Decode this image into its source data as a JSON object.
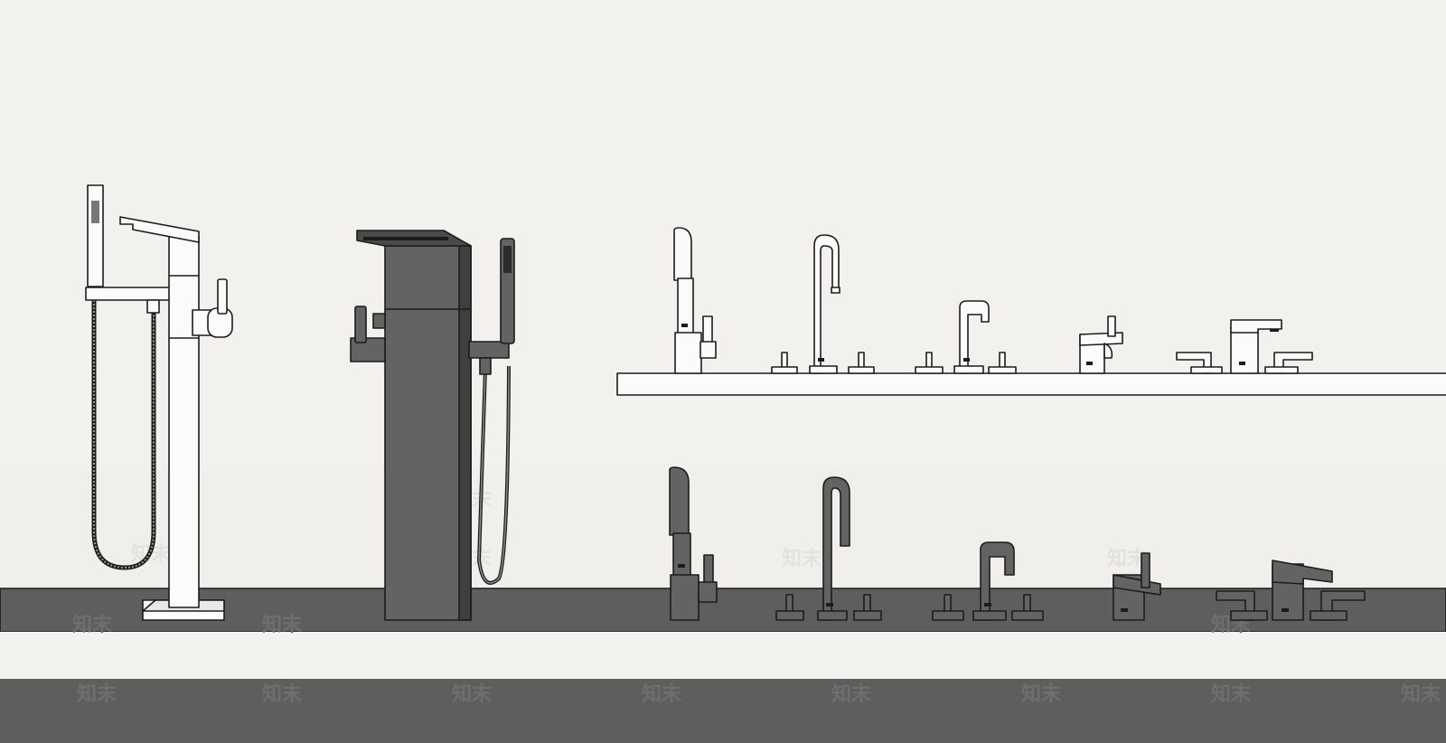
{
  "watermark": {
    "text": "知末",
    "color_light": "#e4e2de",
    "color_dark": "#6e6e6e"
  },
  "colors": {
    "background": "#f3f1ed",
    "strip_light": "#f1efeb",
    "dark_band": "#5e5e5e",
    "outline": "#1c1c1c",
    "fixture_white": "#fbfbfb",
    "fixture_dark": "#636363",
    "fixture_side": "#3f3f3f"
  },
  "icons": {
    "tub_filler": "freestanding-tub-filler-icon",
    "floor_mixer": "floor-standing-mixer-icon",
    "basin_faucet": "basin-faucet-icon",
    "widespread_faucet": "widespread-faucet-icon"
  },
  "scene": {
    "top_row": "white-faucet-set",
    "bottom_row": "dark-faucet-set"
  }
}
